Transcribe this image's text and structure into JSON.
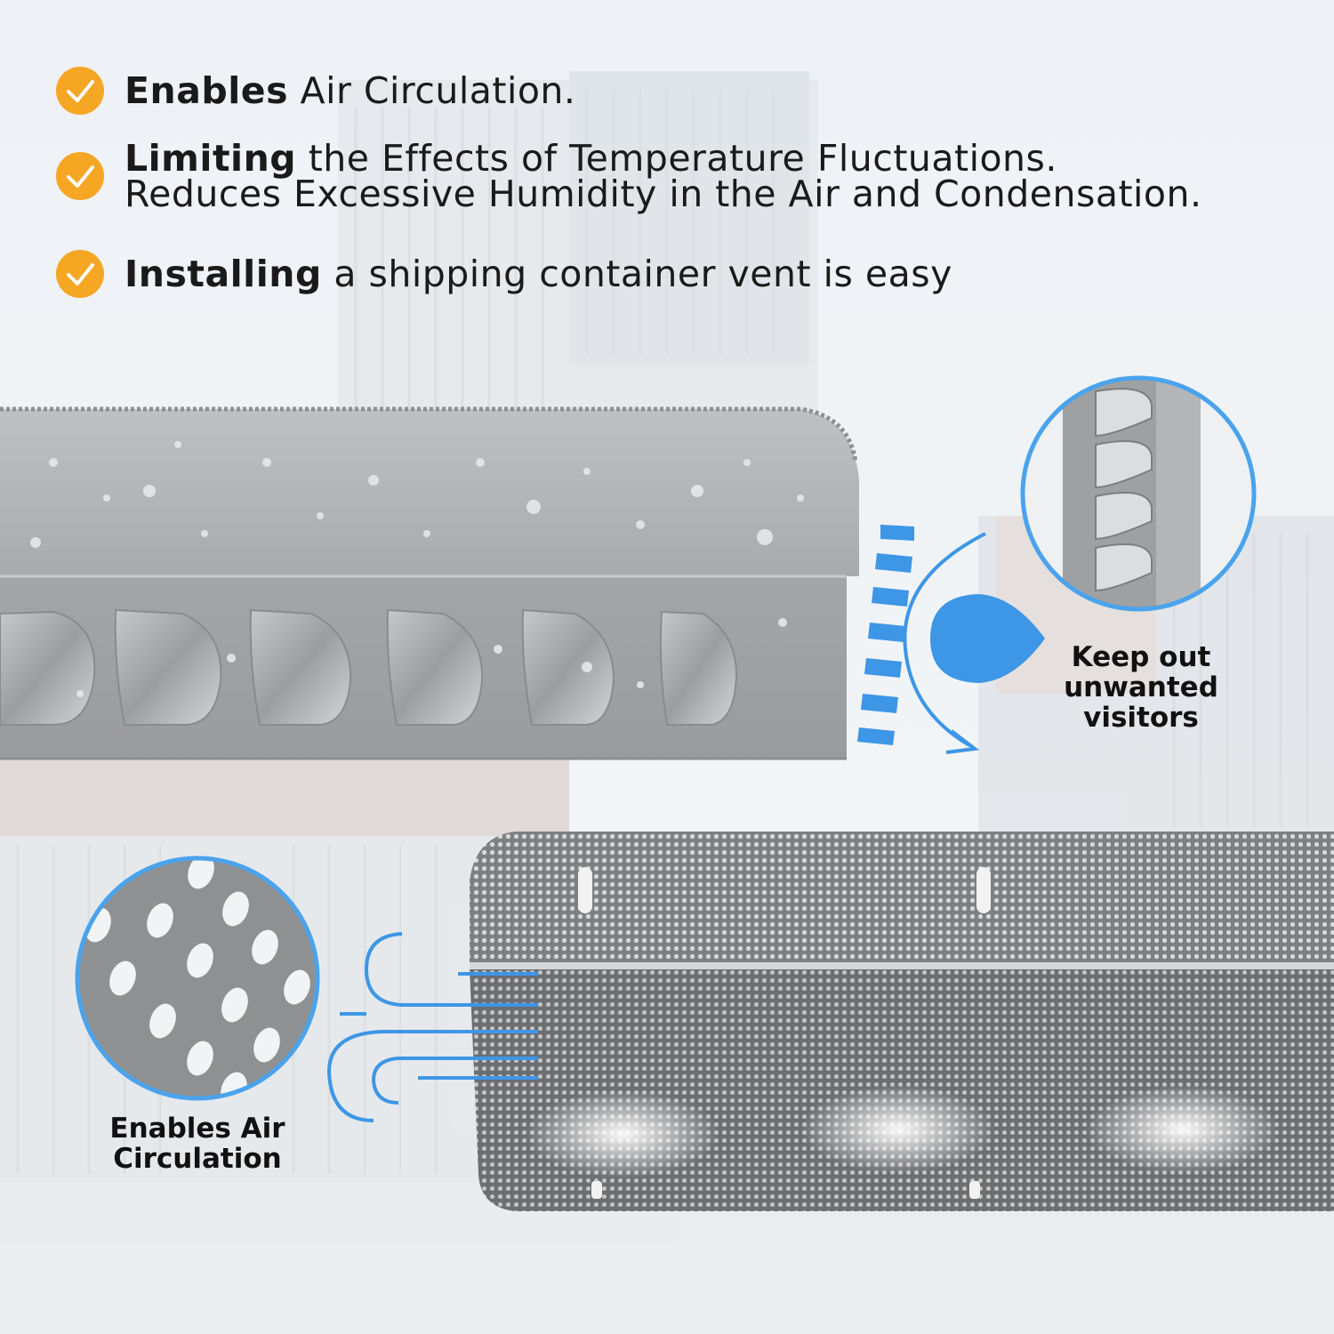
{
  "features": [
    {
      "bold": "Enables",
      "rest": " Air Circulation."
    },
    {
      "bold": "Limiting",
      "rest": " the Effects of Temperature Fluctuations.",
      "line2": "Reduces Excessive Humidity in the Air and Condensation."
    },
    {
      "bold": "Installing",
      "rest": " a shipping container vent is easy"
    }
  ],
  "callouts": {
    "keep_out_line1": "Keep out",
    "keep_out_line2": "unwanted visitors",
    "air_line1": "Enables Air",
    "air_line2": "Circulation"
  },
  "colors": {
    "check": "#f5a623",
    "accent_blue": "#3d96e6",
    "metal": "#a7a8aa",
    "perforated": "#8a8b8d"
  },
  "icons": [
    "check-icon",
    "water-drop-icon",
    "airflow-icon",
    "curved-arrow-icon"
  ]
}
